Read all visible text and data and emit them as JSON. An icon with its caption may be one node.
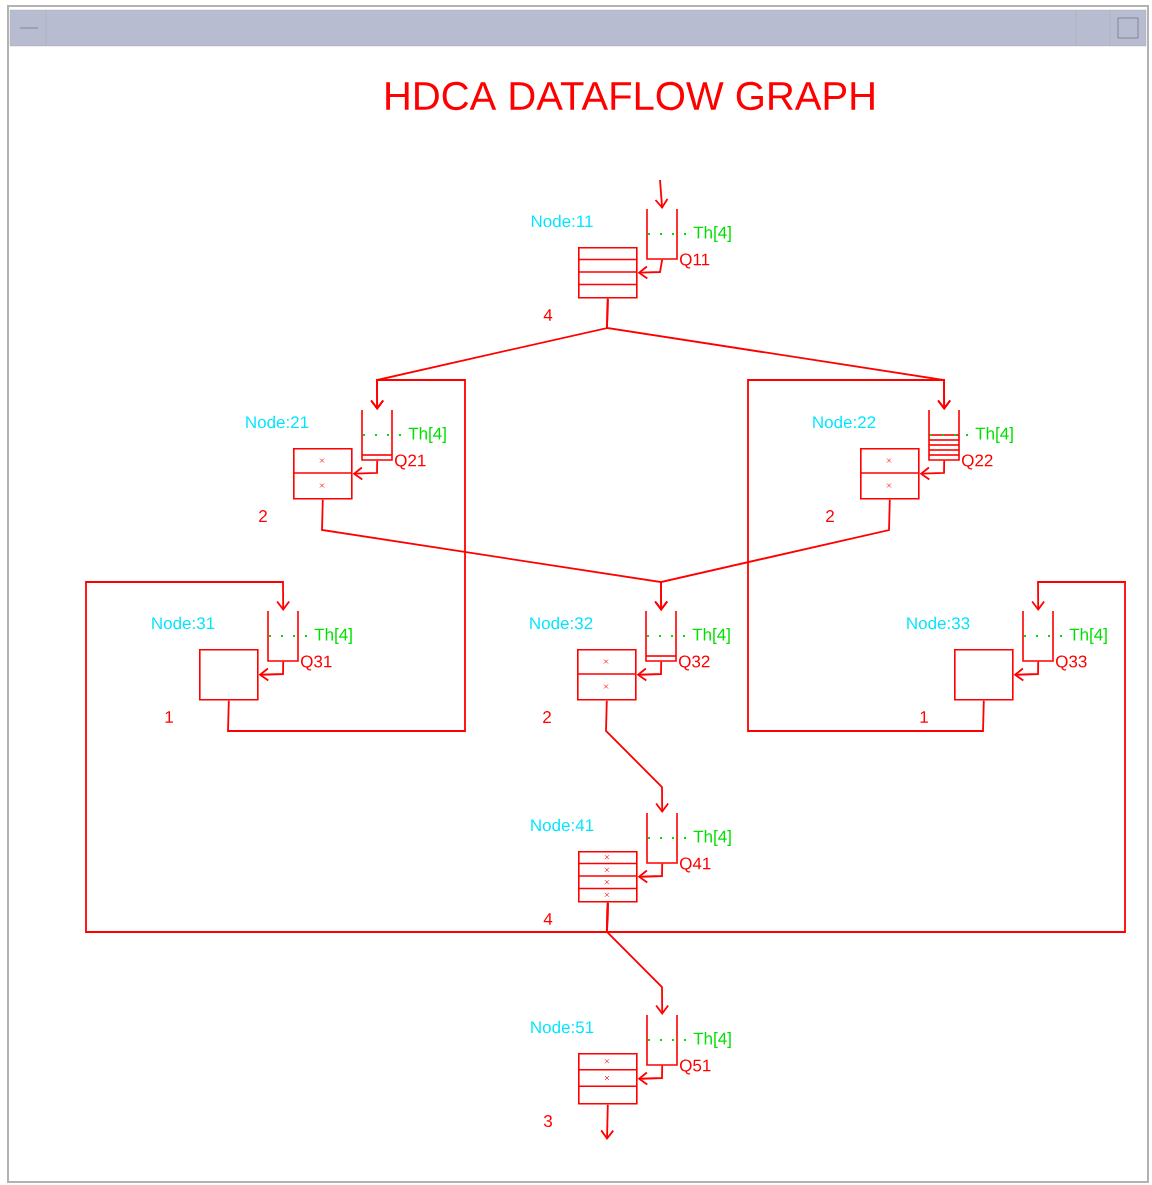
{
  "diagram": {
    "title": "HDCA DATAFLOW GRAPH",
    "nodes": [
      {
        "text": [
          "Node:11"
        ],
        "beside": [
          "4"
        ]
      },
      {
        "text": [
          "Q11"
        ],
        "beside": [
          "Th[4]"
        ]
      },
      {
        "text": [
          "Node:21"
        ],
        "beside": [
          "2"
        ]
      },
      {
        "text": [
          "Q21"
        ],
        "beside": [
          "Th[4]"
        ]
      },
      {
        "text": [
          "Node:22"
        ],
        "beside": [
          "2"
        ]
      },
      {
        "text": [
          "Q22"
        ],
        "beside": [
          "Th[4]"
        ]
      },
      {
        "text": [
          "Node:31"
        ],
        "beside": [
          "1"
        ]
      },
      {
        "text": [
          "Q31"
        ],
        "beside": [
          "Th[4]"
        ]
      },
      {
        "text": [
          "Node:32"
        ],
        "beside": [
          "2"
        ]
      },
      {
        "text": [
          "Q32"
        ],
        "beside": [
          "Th[4]"
        ]
      },
      {
        "text": [
          "Node:33"
        ],
        "beside": [
          "1"
        ]
      },
      {
        "text": [
          "Q33"
        ],
        "beside": [
          "Th[4]"
        ]
      },
      {
        "text": [
          "Node:41"
        ],
        "beside": [
          "4"
        ]
      },
      {
        "text": [
          "Q41"
        ],
        "beside": [
          "Th[4]"
        ]
      },
      {
        "text": [
          "Node:51"
        ],
        "beside": [
          "3"
        ]
      },
      {
        "text": [
          "Q51"
        ],
        "beside": [
          "Th[4]"
        ]
      }
    ],
    "edges": [
      {
        "from": null,
        "to": 1,
        "arrow": "to"
      },
      {
        "from": 1,
        "to": 0,
        "arrow": "to"
      },
      {
        "from": 0,
        "to": 3,
        "arrow": "to"
      },
      {
        "from": 0,
        "to": 5,
        "arrow": "to"
      },
      {
        "from": 3,
        "to": 2,
        "arrow": "to"
      },
      {
        "from": 5,
        "to": 4,
        "arrow": "to"
      },
      {
        "from": 2,
        "to": 9,
        "arrow": "to"
      },
      {
        "from": 4,
        "to": 9,
        "arrow": "to"
      },
      {
        "from": 7,
        "to": 6,
        "arrow": "to"
      },
      {
        "from": 9,
        "to": 8,
        "arrow": "to"
      },
      {
        "from": 11,
        "to": 10,
        "arrow": "to"
      },
      {
        "from": 6,
        "to": 3,
        "arrow": "to"
      },
      {
        "from": 10,
        "to": 5,
        "arrow": "to"
      },
      {
        "from": 8,
        "to": 13,
        "arrow": "to"
      },
      {
        "from": 13,
        "to": 12,
        "arrow": "to"
      },
      {
        "from": 12,
        "to": 7,
        "arrow": "to"
      },
      {
        "from": 12,
        "to": 11,
        "arrow": "to"
      },
      {
        "from": 12,
        "to": 15,
        "arrow": "to"
      },
      {
        "from": 15,
        "to": 14,
        "arrow": "to"
      },
      {
        "from": 14,
        "to": null,
        "arrow": "to"
      }
    ]
  }
}
